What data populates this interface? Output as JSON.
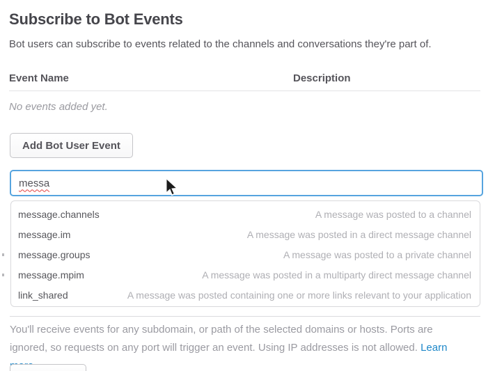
{
  "section": {
    "title": "Subscribe to Bot Events",
    "description": "Bot users can subscribe to events related to the channels and conversations they're part of."
  },
  "events_table": {
    "col_event_name": "Event Name",
    "col_description": "Description",
    "empty_message": "No events added yet."
  },
  "add_event_button_label": "Add Bot User Event",
  "event_search": {
    "value": "messa",
    "suggestions": [
      {
        "name": "message.channels",
        "description": "A message was posted to a channel"
      },
      {
        "name": "message.im",
        "description": "A message was posted in a direct message channel"
      },
      {
        "name": "message.groups",
        "description": "A message was posted to a private channel"
      },
      {
        "name": "message.mpim",
        "description": "A message was posted in a multiparty direct message channel"
      },
      {
        "name": "link_shared",
        "description": "A message was posted containing one or more links relevant to your application"
      }
    ]
  },
  "footer_note": {
    "text": "You'll receive events for any subdomain, or path of the selected domains or hosts. Ports are ignored, so requests on any port will trigger an event. Using IP addresses is not allowed.",
    "link_label": "Learn more."
  },
  "colors": {
    "accent_blue": "#56A4DF",
    "link_blue": "#1D87C9",
    "heading_text": "#45454B",
    "body_text": "#55545A",
    "muted_text": "#9B9BA1",
    "suggestion_description_text": "#AFAFB4",
    "divider": "#E3E3E5",
    "spellcheck_red": "#E33E3E"
  }
}
